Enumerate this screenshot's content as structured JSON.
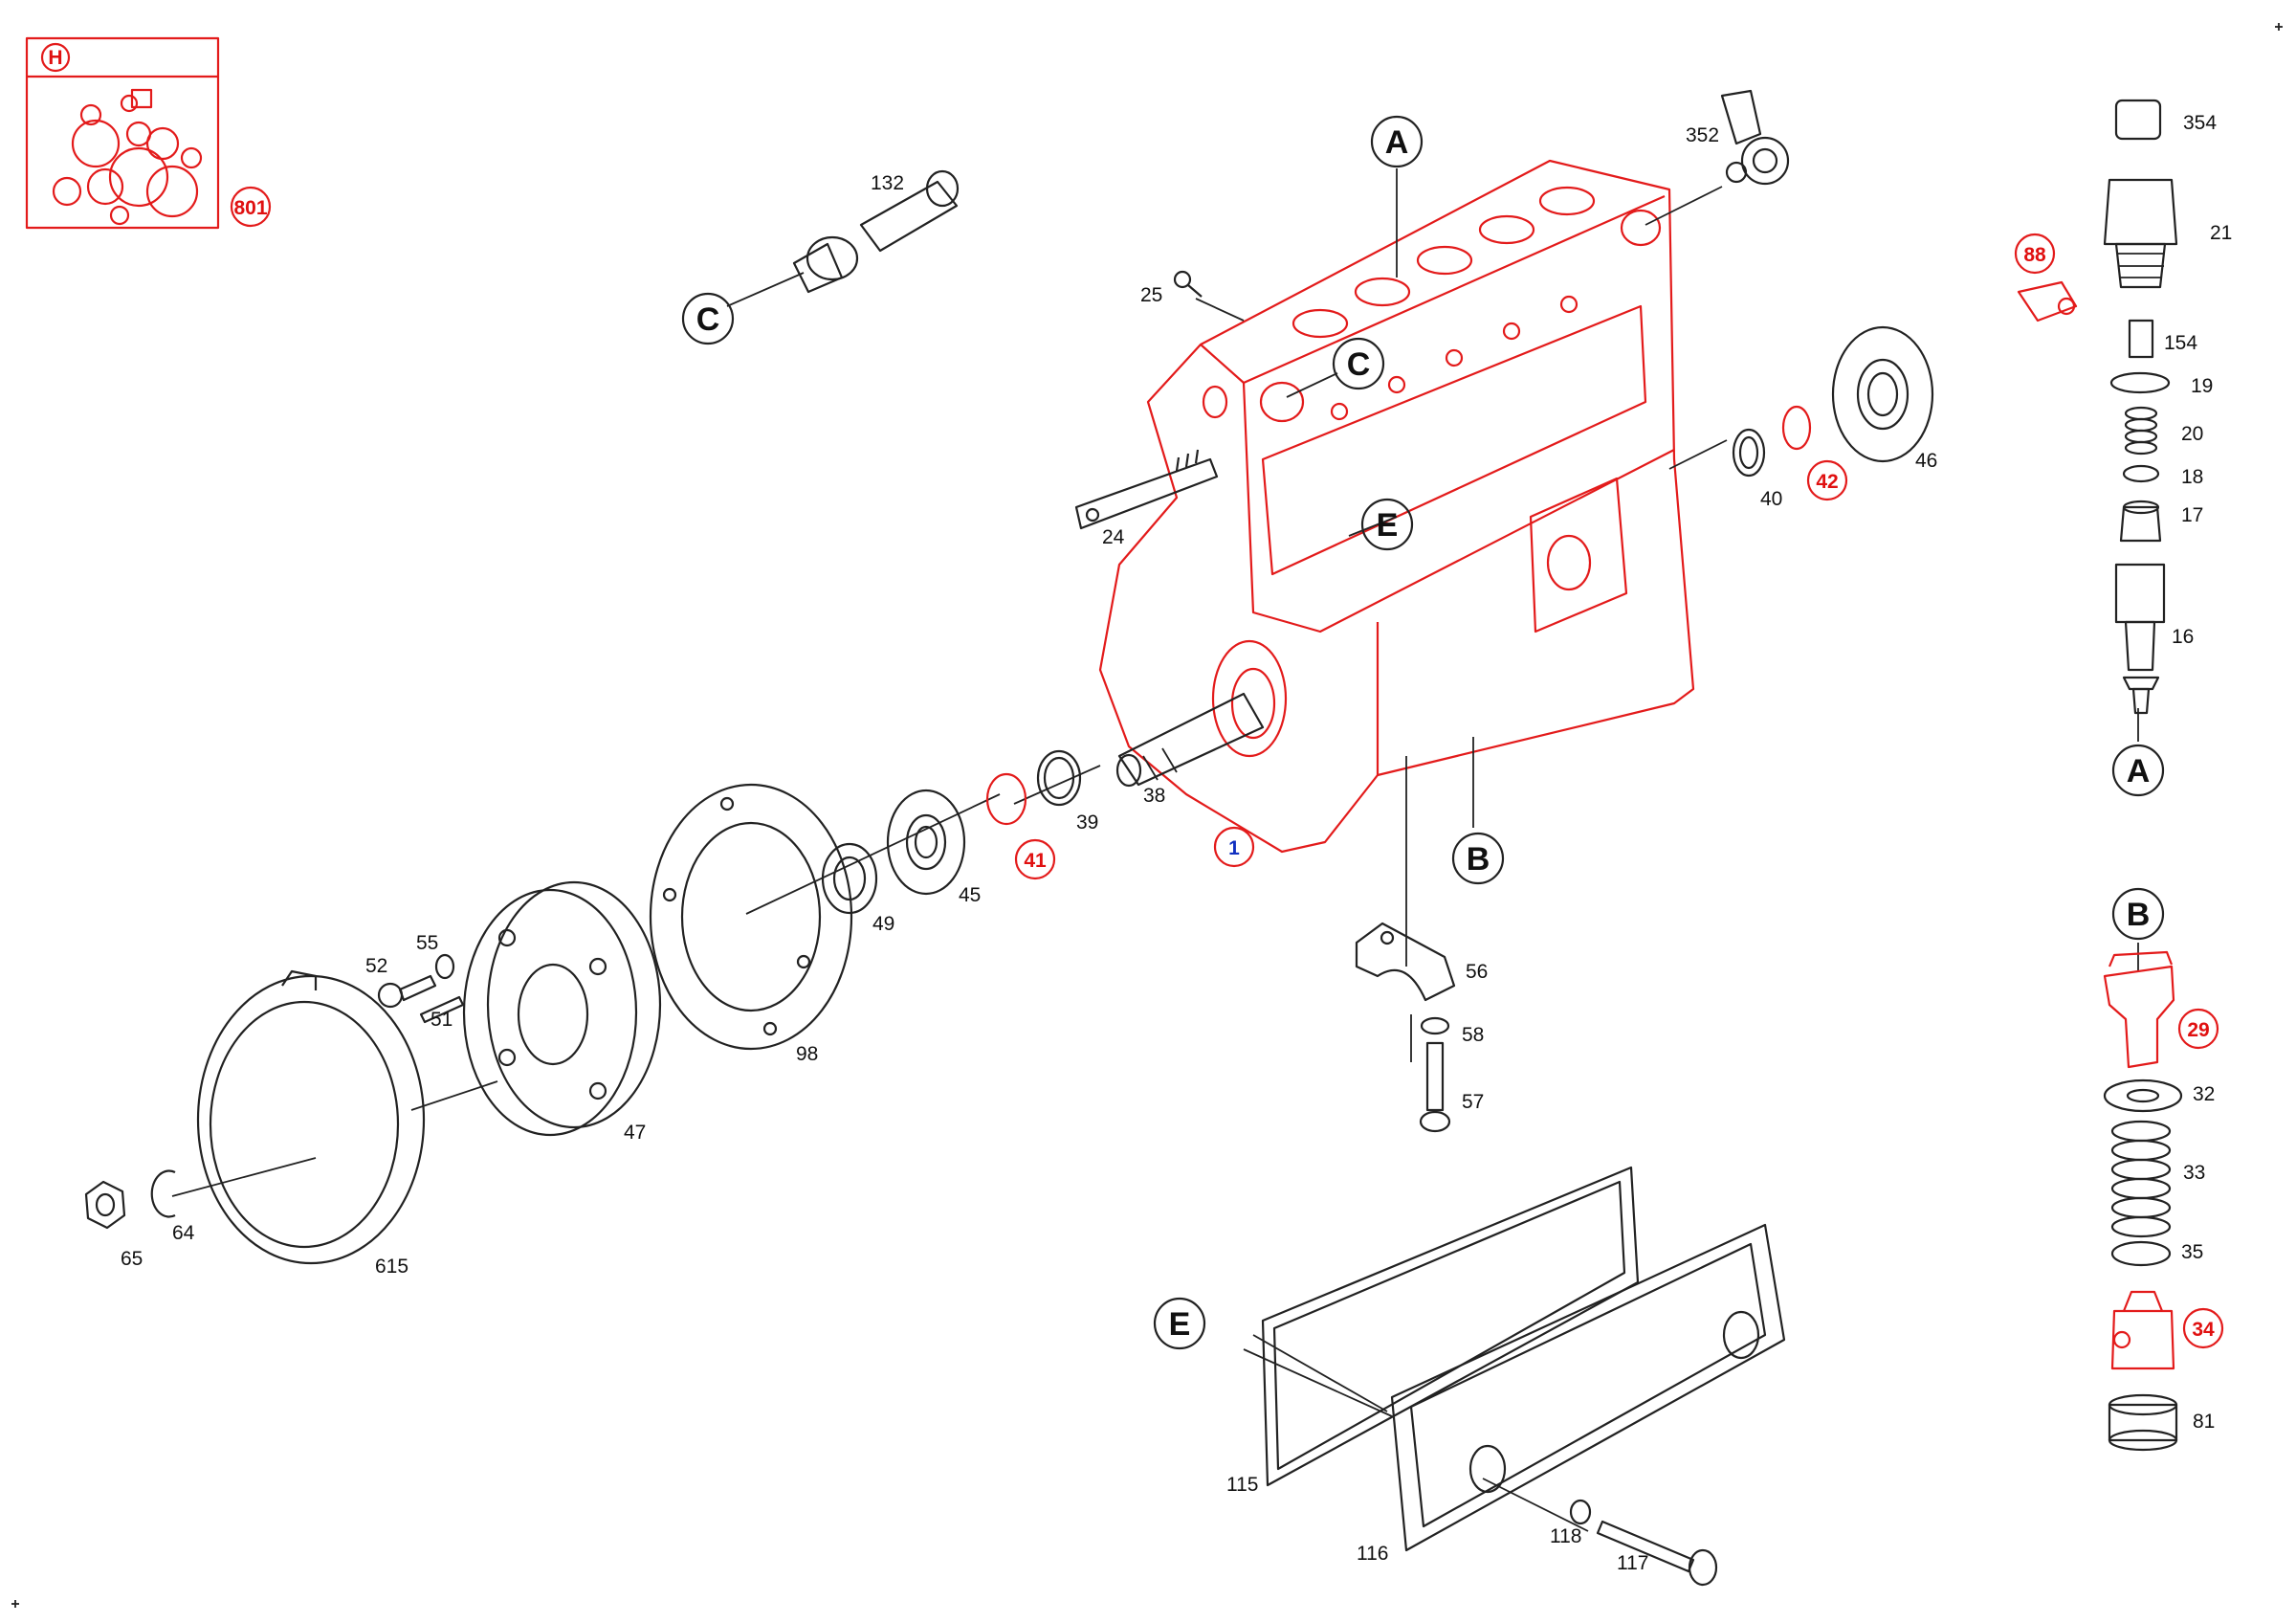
{
  "diagram": {
    "kit_badge": {
      "symbol": "H",
      "number": "801"
    },
    "letter_callouts": [
      "A",
      "B",
      "C",
      "E"
    ],
    "callouts": {
      "p1": "1",
      "p16": "16",
      "p17": "17",
      "p18": "18",
      "p19": "19",
      "p20": "20",
      "p21": "21",
      "p24": "24",
      "p25": "25",
      "p29": "29",
      "p32": "32",
      "p33": "33",
      "p34": "34",
      "p35": "35",
      "p38": "38",
      "p39": "39",
      "p40": "40",
      "p41": "41",
      "p42": "42",
      "p45": "45",
      "p46": "46",
      "p47": "47",
      "p49": "49",
      "p51": "51",
      "p52": "52",
      "p55": "55",
      "p56": "56",
      "p57": "57",
      "p58": "58",
      "p64": "64",
      "p65": "65",
      "p81": "81",
      "p88": "88",
      "p98": "98",
      "p115": "115",
      "p116": "116",
      "p117": "117",
      "p118": "118",
      "p132": "132",
      "p154": "154",
      "p352": "352",
      "p354": "354",
      "p615": "615"
    },
    "colors": {
      "highlight": "#e31b1b",
      "line": "#222222",
      "main_label": "#1030c0"
    }
  }
}
